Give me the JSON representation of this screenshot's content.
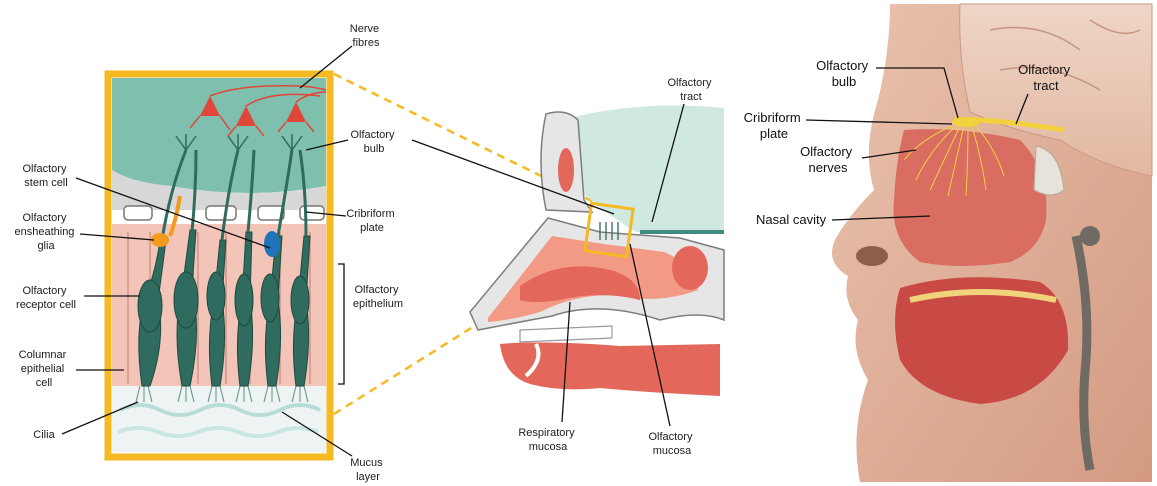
{
  "panel_a": {
    "labels": {
      "nerve_fibres": [
        "Nerve",
        "fibres"
      ],
      "olfactory_bulb": [
        "Olfactory",
        "bulb"
      ],
      "cribriform_plate": [
        "Cribriform",
        "plate"
      ],
      "olfactory_epithelium": [
        "Olfactory",
        "epithelium"
      ],
      "olfactory_stem_cell": [
        "Olfactory",
        "stem cell"
      ],
      "olfactory_ensheathing_glia": [
        "Olfactory",
        "ensheathing",
        "glia"
      ],
      "olfactory_receptor_cell": [
        "Olfactory",
        "receptor cell"
      ],
      "columnar_epithelial_cell": [
        "Columnar",
        "epithelial",
        "cell"
      ],
      "cilia": [
        "Cilia"
      ],
      "mucus_layer": [
        "Mucus",
        "layer"
      ]
    }
  },
  "panel_b": {
    "labels": {
      "olfactory_tract": [
        "Olfactory",
        "tract"
      ],
      "respiratory_mucosa": [
        "Respiratory",
        "mucosa"
      ],
      "olfactory_mucosa": [
        "Olfactory",
        "mucosa"
      ]
    }
  },
  "panel_c": {
    "labels": {
      "olfactory_bulb": [
        "Olfactory",
        "bulb"
      ],
      "olfactory_tract": [
        "Olfactory",
        "tract"
      ],
      "cribriform_plate": [
        "Cribriform",
        "plate"
      ],
      "olfactory_nerves": [
        "Olfactory",
        "nerves"
      ],
      "nasal_cavity": [
        "Nasal cavity"
      ]
    }
  },
  "colors": {
    "frame_yellow": "#f5b921",
    "bulb_teal": "#7fbfae",
    "neuron_red": "#e0463a",
    "receptor_teal": "#2f6b5e",
    "epithelium_pink": "#f2c5b8",
    "tissue_red": "#e3675b",
    "skin": "#e8b49a"
  }
}
